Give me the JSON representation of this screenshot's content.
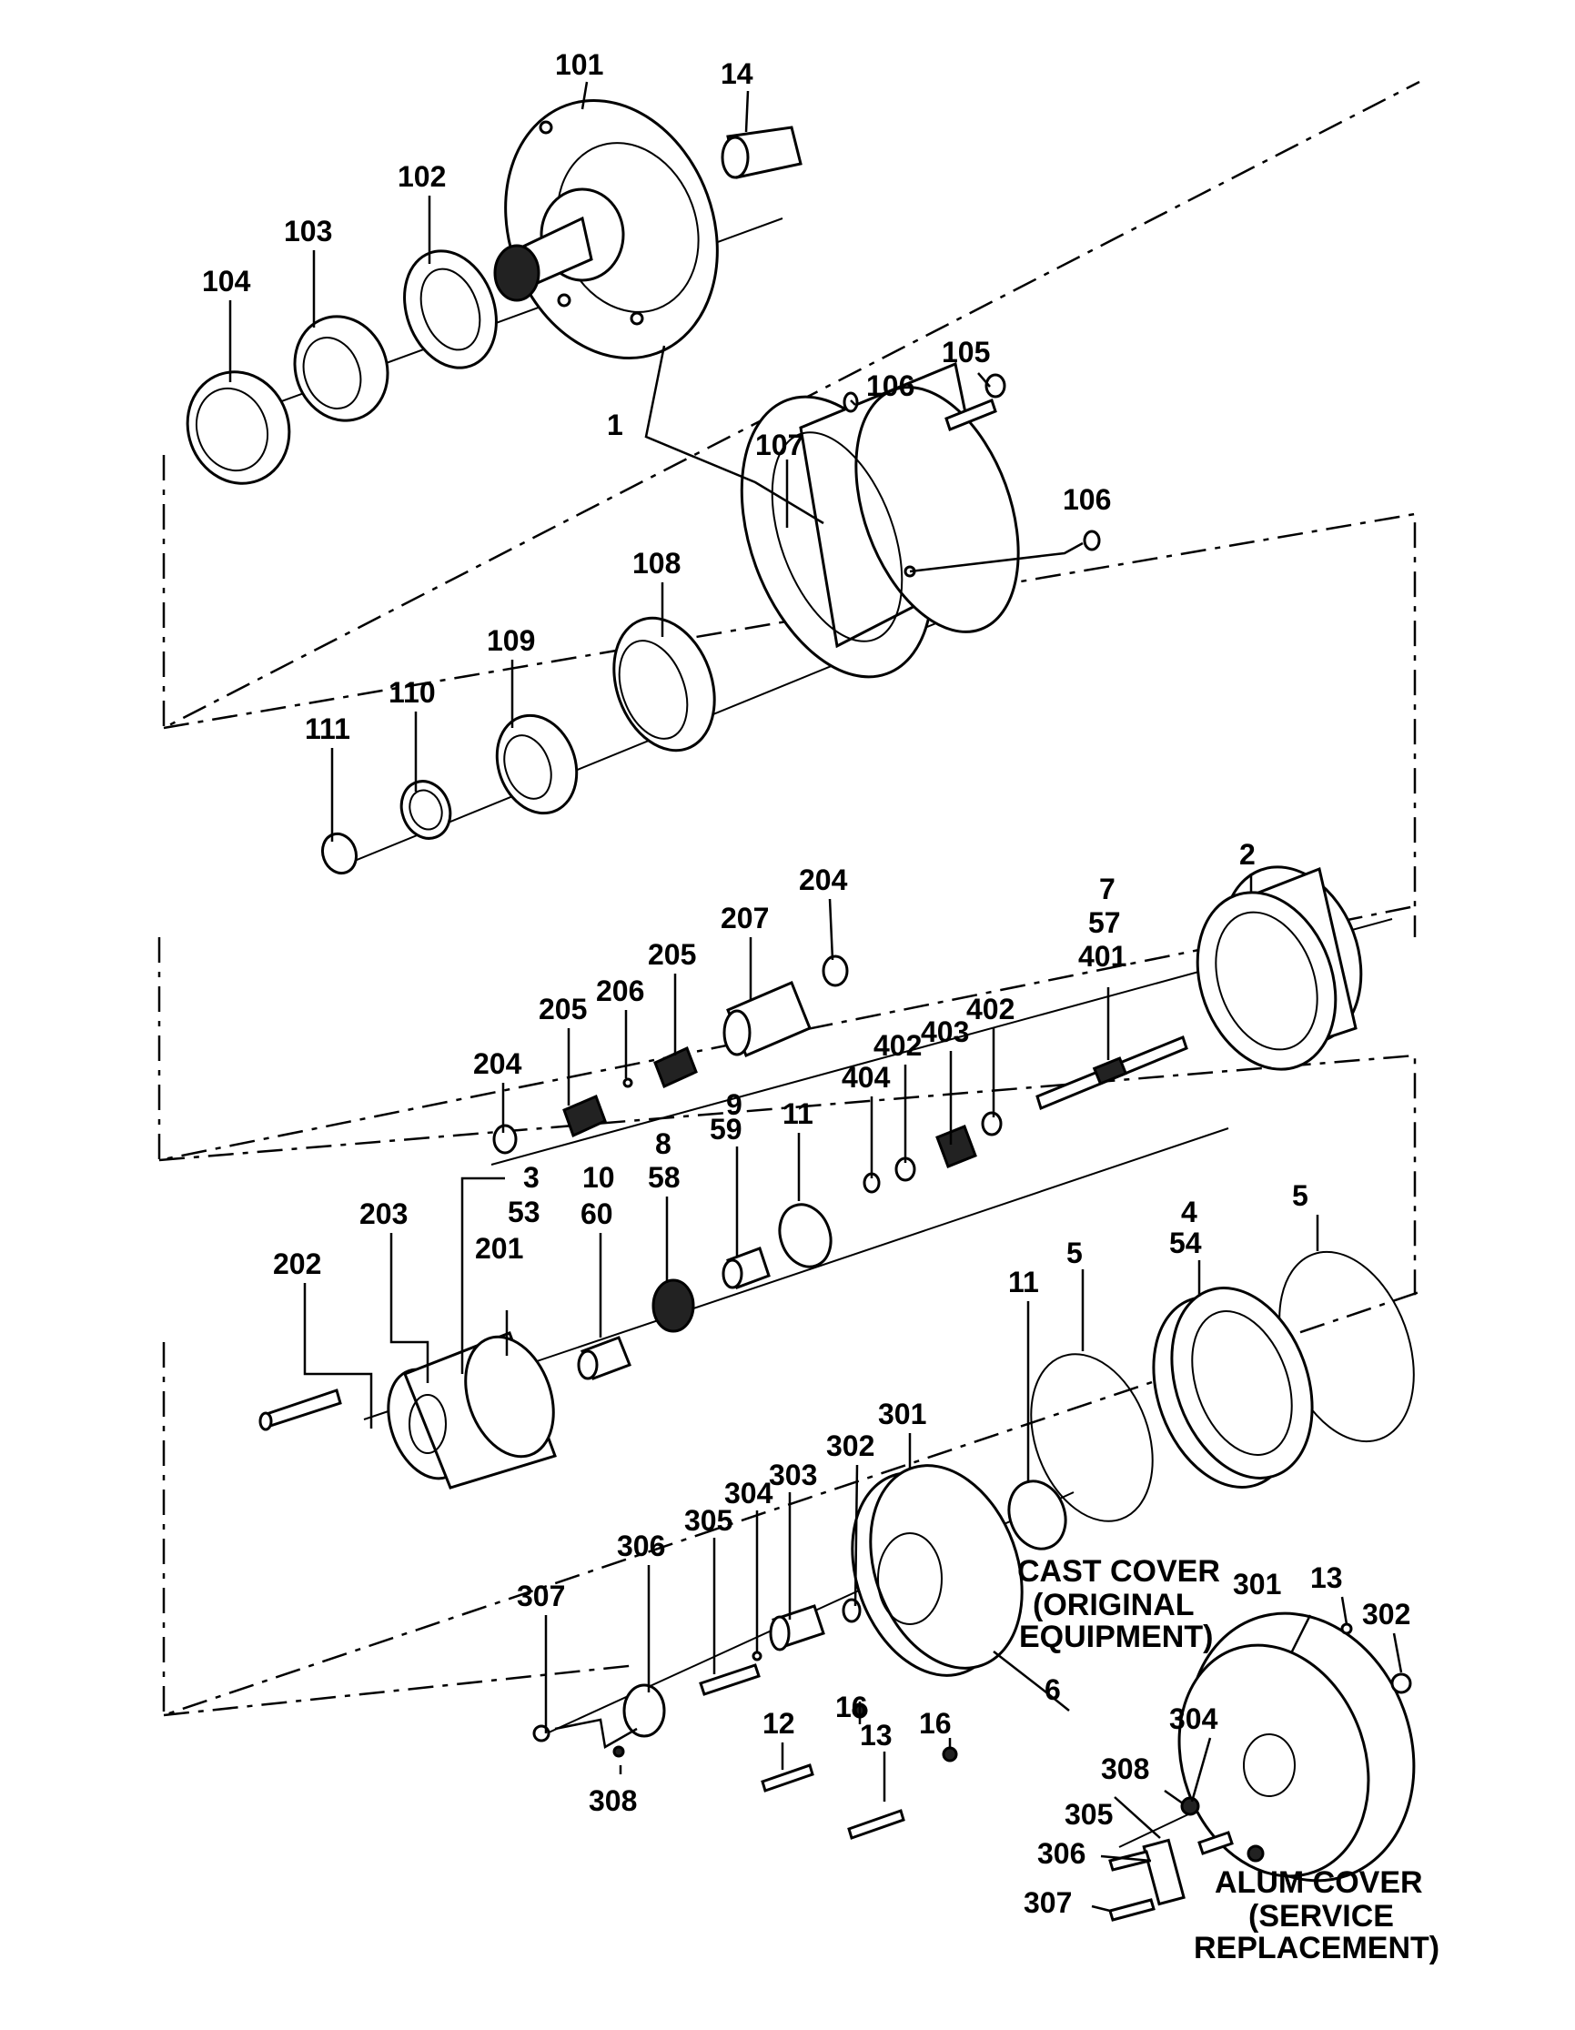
{
  "labels": {
    "l101": "101",
    "l14": "14",
    "l102": "102",
    "l103": "103",
    "l104": "104",
    "l105": "105",
    "l106a": "106",
    "l1": "1",
    "l107": "107",
    "l106b": "106",
    "l108": "108",
    "l109": "109",
    "l110": "110",
    "l111": "111",
    "l204a": "204",
    "l207": "207",
    "l205a": "205",
    "l206": "206",
    "l205b": "205",
    "l204b": "204",
    "l2": "2",
    "l7": "7",
    "l57": "57",
    "l401": "401",
    "l402a": "402",
    "l402b": "402",
    "l403": "403",
    "l404": "404",
    "l9": "9",
    "l59": "59",
    "l11a": "11",
    "l8": "8",
    "l58": "58",
    "l10": "10",
    "l60": "60",
    "l3": "3",
    "l53": "53",
    "l203": "203",
    "l201": "201",
    "l202": "202",
    "l5a": "5",
    "l4": "4",
    "l54": "54",
    "l11b": "11",
    "l5b": "5",
    "l301a": "301",
    "l302a": "302",
    "l303": "303",
    "l304a": "304",
    "l305a": "305",
    "l306a": "306",
    "l307a": "307",
    "l308a": "308",
    "l12": "12",
    "l16a": "16",
    "l13a": "13",
    "l16b": "16",
    "l6": "6",
    "l301b": "301",
    "l13b": "13",
    "l302b": "302",
    "l304b": "304",
    "l308b": "308",
    "l305b": "305",
    "l306b": "306",
    "l307b": "307"
  },
  "captions": {
    "cast_line1": "CAST COVER",
    "cast_line2": "(ORIGINAL",
    "cast_line3": "EQUIPMENT)",
    "alum_line1": "ALUM COVER",
    "alum_line2": "(SERVICE",
    "alum_line3": "REPLACEMENT)"
  }
}
